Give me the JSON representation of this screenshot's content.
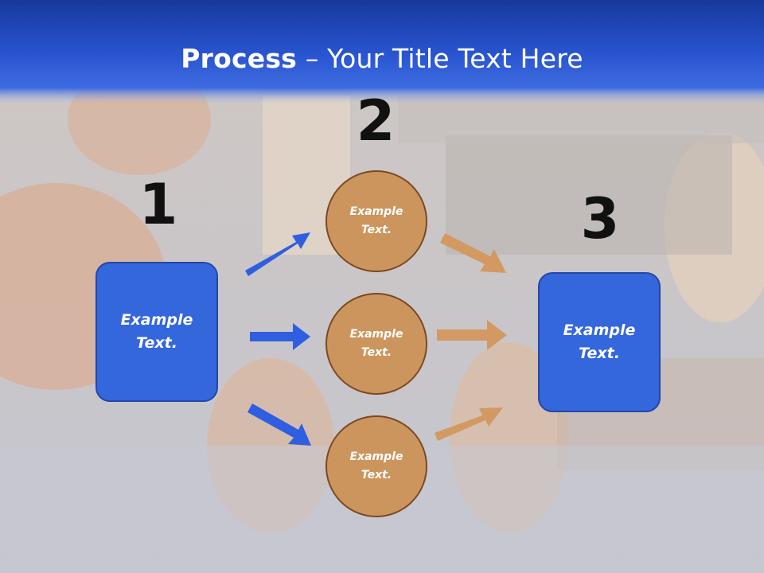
{
  "title": {
    "bold": "Process",
    "rest": " – Your Title Text Here"
  },
  "steps": [
    {
      "number": "1",
      "text": "Example\nText."
    },
    {
      "number": "2"
    },
    {
      "number": "3",
      "text": "Example\nText."
    }
  ],
  "circles": [
    {
      "text": "Example\nText."
    },
    {
      "text": "Example\nText."
    },
    {
      "text": "Example\nText."
    }
  ],
  "colors": {
    "header": "#2a56d2",
    "box": "#3466dc",
    "circle": "#cd955e",
    "blue_arrow": "#2f5fe0",
    "tan_arrow": "#d29a62"
  }
}
